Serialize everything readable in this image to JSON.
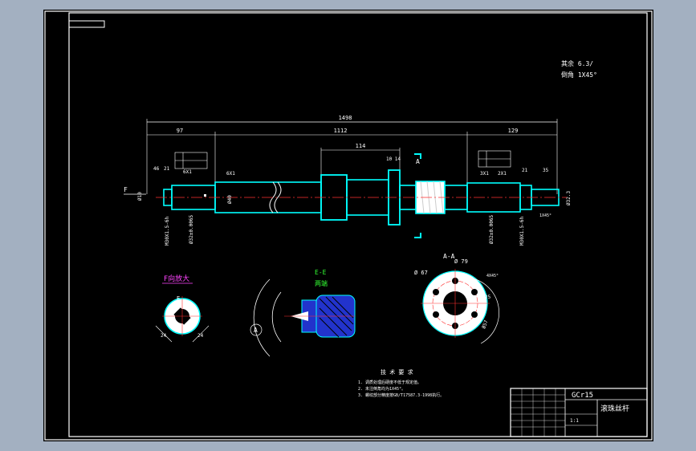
{
  "colors": {
    "viewport_bg": "#a3b0c1",
    "paper": "#000000",
    "frame": "#ffffff",
    "part": "#00ffff",
    "centerline": "#ff3030",
    "dim": "#ffffff",
    "hatch": "#3344ff",
    "title_green": "#33ff33",
    "title_magenta": "#ff44ff"
  },
  "notes": {
    "roughness_rest": "其余 6.3/",
    "chamfer": "倒角 1X45°"
  },
  "dims": {
    "overall": "1498",
    "left_97": "97",
    "mid_1112": "1112",
    "right_129": "129",
    "d114": "114",
    "d10_14": "10 14",
    "d46": "46",
    "d21_left": "21",
    "d6x1_a": "6X1",
    "d6x1_b": "6X1",
    "d3x1": "3X1",
    "d2x1": "2X1",
    "d21_right": "21",
    "d35": "35",
    "phi40": "Ø40",
    "phi10": "Ø10",
    "phi32_left": "Ø32±0.0065",
    "phi32_right": "Ø32±0.0065",
    "thread_left": "M30X1.5-6h",
    "thread_right": "M30X1.5-6h",
    "phi32_end": "Ø32.3",
    "chamfer_tag": "1X45°",
    "section_a": "A"
  },
  "views": {
    "f_view_title": "F向放大",
    "f_view_24a": "24",
    "f_view_24b": "24",
    "f_view_e": "E",
    "ee_title": "E-E",
    "ee_subtitle": "两端",
    "ee_a": "A",
    "aa_title": "A-A",
    "aa_phi67": "Ø 67",
    "aa_phi79": "Ø 79",
    "aa_phi57": "Ø57",
    "aa_25": "25",
    "aa_tag": "4X45°"
  },
  "tech": {
    "title": "技 术 要 求",
    "line1": "1. 调质处理后硬度不低于规定值。",
    "line2": "2. 未注倒角均为1X45°。",
    "line3": "3. 螺纹部分精度按GB/T17587.3-1998执行。"
  },
  "title_block": {
    "material": "GCr15",
    "part_name": "滚珠丝杆",
    "scale": "1:1"
  }
}
